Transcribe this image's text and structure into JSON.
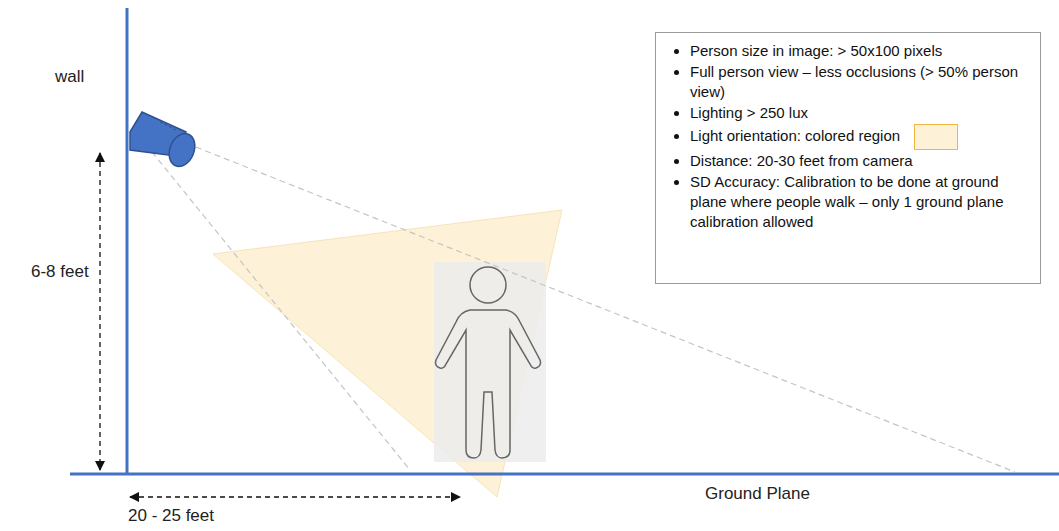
{
  "diagram": {
    "nodes": [
      {
        "text": [
          "Person size in image: > 50x100 pixels",
          "Full person view – less occlusions (> 50% person view)",
          "Lighting > 250 lux",
          "Light orientation: colored region",
          "Distance: 20-30 feet from camera",
          "SD Accuracy: Calibration to be done at ground plane where people walk – only 1 ground plane calibration allowed"
        ]
      }
    ],
    "labels": [
      "wall",
      "6-8 feet",
      "20 - 25 feet",
      "Ground Plane"
    ]
  }
}
